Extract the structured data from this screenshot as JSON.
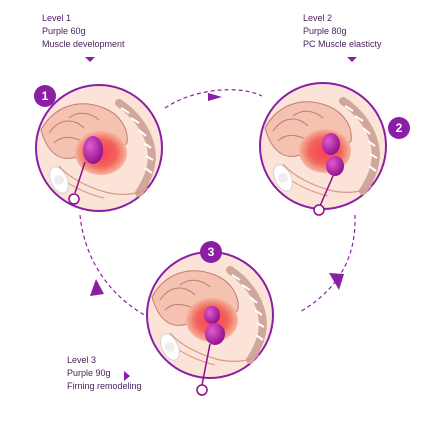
{
  "colors": {
    "accent": "#8a1fa6",
    "arrow": "#8a1fa6",
    "skin": "#f7d3c4",
    "tissue": "#e8524f",
    "device": "#b4179c"
  },
  "steps": [
    {
      "number": "1",
      "level": "Level 1",
      "weight": "Purple 60g",
      "purpose": "Muscle development"
    },
    {
      "number": "2",
      "level": "Level 2",
      "weight": "Purple 80g",
      "purpose": "PC Muscle elasticty"
    },
    {
      "number": "3",
      "level": "Level 3",
      "weight": "Purple 90g",
      "purpose": "Firning remodeling"
    }
  ]
}
